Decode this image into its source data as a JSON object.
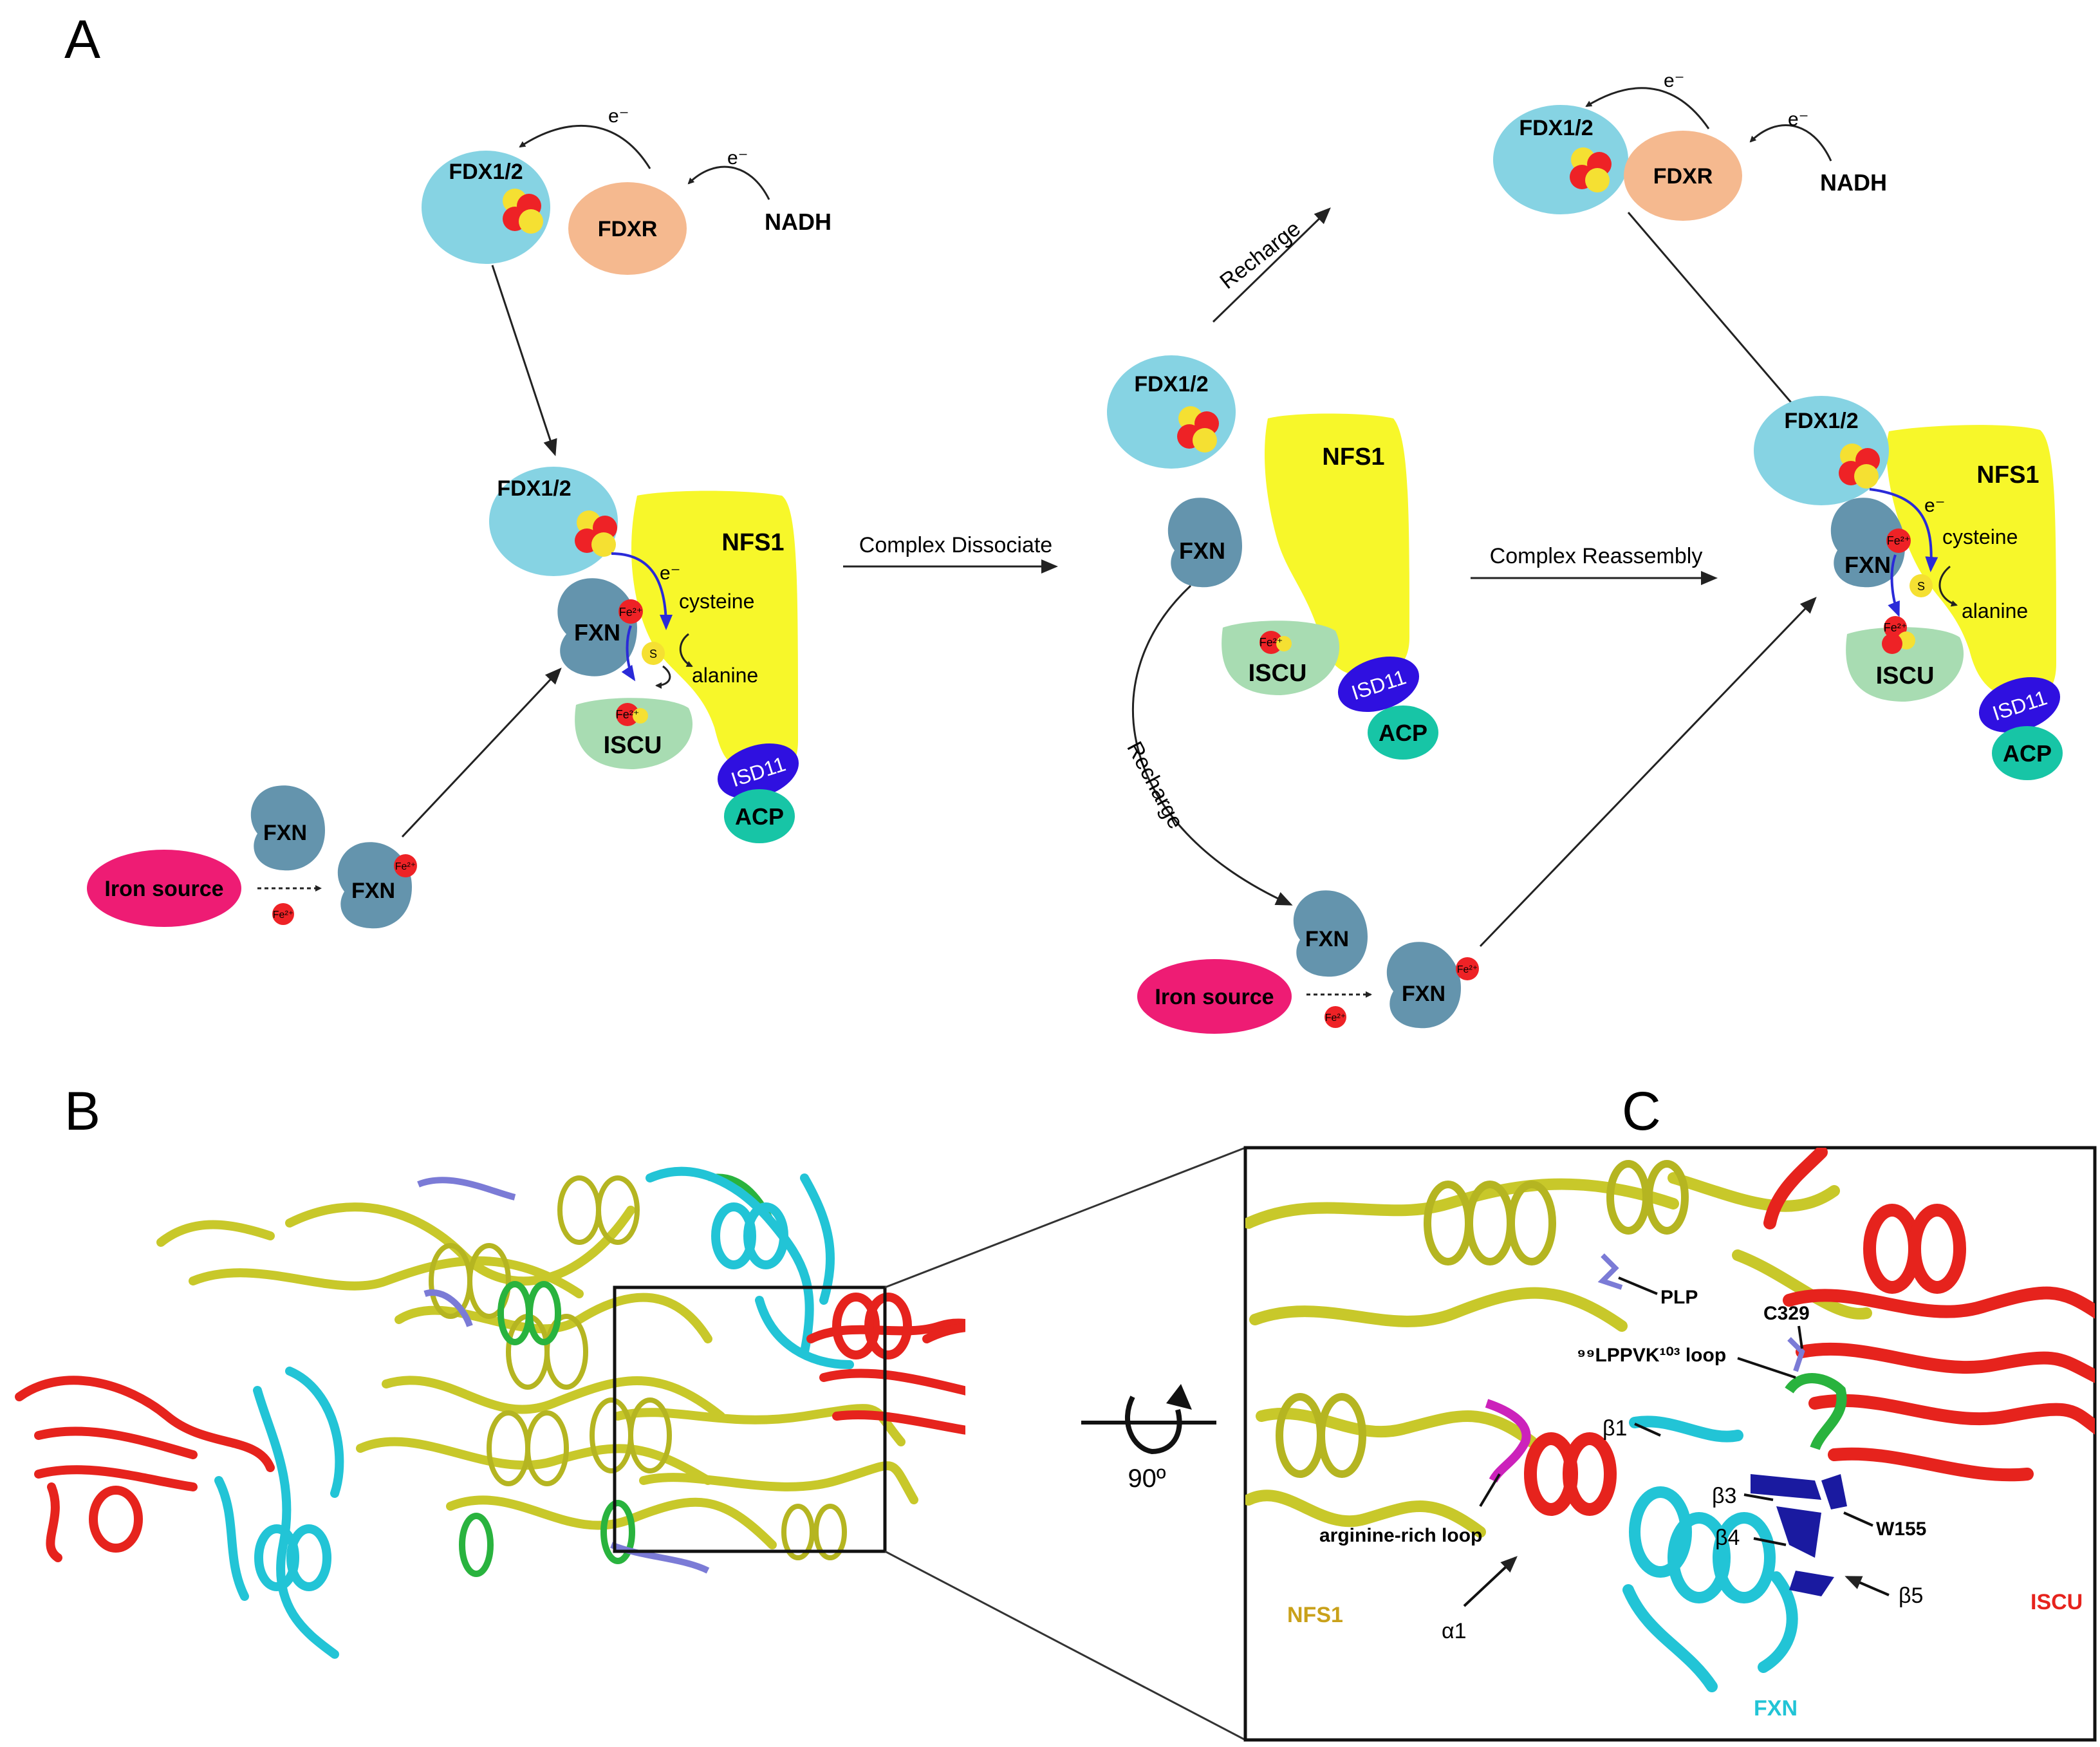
{
  "colors": {
    "fdx": "#86d3e3",
    "fdxr": "#f5b98f",
    "nfs1": "#f7f72a",
    "fxn": "#6494ad",
    "iscu": "#a8dcb2",
    "isd11": "#2f10e0",
    "acp": "#17c5a6",
    "iron_source": "#ee1c74",
    "fe": "#ee2226",
    "s": "#f5e032",
    "electron_arrow": "#2a2ad8",
    "struct_yellow": "#c8c82a",
    "struct_red": "#e6231d",
    "struct_cyan": "#22c4d6",
    "struct_green": "#29b33e",
    "struct_blue": "#7b7bd6",
    "struct_navy": "#1a1aa0",
    "struct_magenta": "#cc22bb"
  },
  "panels": {
    "a": "A",
    "b": "B",
    "c": "C"
  },
  "panel_a": {
    "left": {
      "fdx": "FDX1/2",
      "fdxr": "FDXR",
      "nadh": "NADH",
      "e_top": "e⁻",
      "e_right": "e⁻",
      "fdx_complex": "FDX1/2",
      "nfs1": "NFS1",
      "e_inner": "e⁻",
      "cysteine": "cysteine",
      "alanine": "alanine",
      "fxn": "FXN",
      "fe_fxn": "Fe²⁺",
      "s_label": "S",
      "fe_iscu": "Fe²⁺",
      "iscu": "ISCU",
      "isd11": "ISD11",
      "acp": "ACP",
      "fxn_free": "FXN",
      "fxn_loaded": "FXN",
      "fe_loaded": "Fe²⁺",
      "iron_source": "Iron source",
      "fe_free": "Fe²⁺"
    },
    "arrow_dissociate": "Complex Dissociate",
    "middle": {
      "fdx": "FDX1/2",
      "nfs1": "NFS1",
      "fxn": "FXN",
      "fe_iscu": "Fe²⁺",
      "iscu": "ISCU",
      "isd11": "ISD11",
      "acp": "ACP",
      "recharge_top": "Recharge",
      "recharge_bottom": "Recharge",
      "fxn_free": "FXN",
      "fxn_loaded": "FXN",
      "fe_loaded": "Fe²⁺",
      "iron_source": "Iron source",
      "fe_free": "Fe²⁺"
    },
    "right": {
      "fdx": "FDX1/2",
      "fdxr": "FDXR",
      "nadh": "NADH",
      "e_top": "e⁻",
      "e_right": "e⁻",
      "fdx_complex": "FDX1/2",
      "nfs1": "NFS1",
      "e_inner": "e⁻",
      "cysteine": "cysteine",
      "alanine": "alanine",
      "fxn": "FXN",
      "fe_fxn": "Fe²⁺",
      "s_label": "S",
      "fe_iscu": "Fe²⁺",
      "iscu": "ISCU",
      "isd11": "ISD11",
      "acp": "ACP"
    },
    "arrow_reassembly": "Complex Reassembly"
  },
  "rotation": "90º",
  "panel_c": {
    "plp": "PLP",
    "c329": "C329",
    "loop": "⁹⁹LPPVK¹⁰³ loop",
    "b1": "β1",
    "b3": "β3",
    "b4": "β4",
    "b5": "β5",
    "w155": "W155",
    "arg_loop": "arginine-rich loop",
    "a1": "α1",
    "nfs1": "NFS1",
    "iscu": "ISCU",
    "fxn": "FXN"
  }
}
